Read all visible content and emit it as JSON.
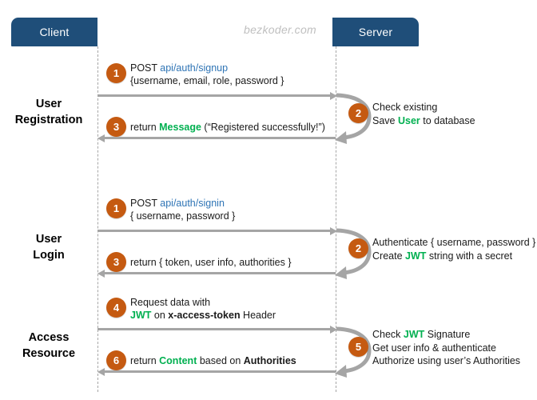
{
  "watermark": "bezkoder.com",
  "actors": {
    "client": "Client",
    "server": "Server"
  },
  "colors": {
    "actor_box": "#1F4E79",
    "step_badge": "#C55A11",
    "arrow": "#A5A5A5",
    "lifeline": "#A6A6A6",
    "accent_green": "#00B050",
    "accent_blue": "#2E74B5",
    "watermark": "#BFBFBF"
  },
  "sections": [
    {
      "label_line1": "User",
      "label_line2": "Registration",
      "request": {
        "step": "1",
        "line1_prefix": "POST ",
        "line1_path": "api/auth/signup",
        "line2": "{username, email, role, password }"
      },
      "server_note": {
        "step": "2",
        "line1": "Check existing",
        "line2_prefix": "Save ",
        "line2_highlight": "User",
        "line2_suffix": " to database",
        "line3": ""
      },
      "response": {
        "step": "3",
        "prefix": "return ",
        "highlight": "Message",
        "suffix": " (“Registered successfully!”)"
      }
    },
    {
      "label_line1": "User",
      "label_line2": "Login",
      "request": {
        "step": "1",
        "line1_prefix": "POST ",
        "line1_path": "api/auth/signin",
        "line2": "{ username, password }"
      },
      "server_note": {
        "step": "2",
        "line1": "Authenticate { username, password }",
        "line2_prefix": "Create ",
        "line2_highlight": "JWT",
        "line2_suffix": " string with a secret",
        "line3": ""
      },
      "response": {
        "step": "3",
        "prefix": "return { token, user info, authorities }",
        "highlight": "",
        "suffix": ""
      }
    },
    {
      "label_line1": "Access",
      "label_line2": "Resource",
      "request": {
        "step": "4",
        "line1_prefix": "Request  data with",
        "line1_path": "",
        "line2": "JWT on x-access-token Header"
      },
      "server_note": {
        "step": "5",
        "line1": "Check JWT Signature",
        "line2_prefix": "Get user info & authenticate",
        "line2_highlight": "",
        "line2_suffix": "",
        "line3": "Authorize using user’s Authorities"
      },
      "response": {
        "step": "6",
        "prefix": "return ",
        "highlight": "Content",
        "suffix": " based on Authorities"
      }
    }
  ]
}
